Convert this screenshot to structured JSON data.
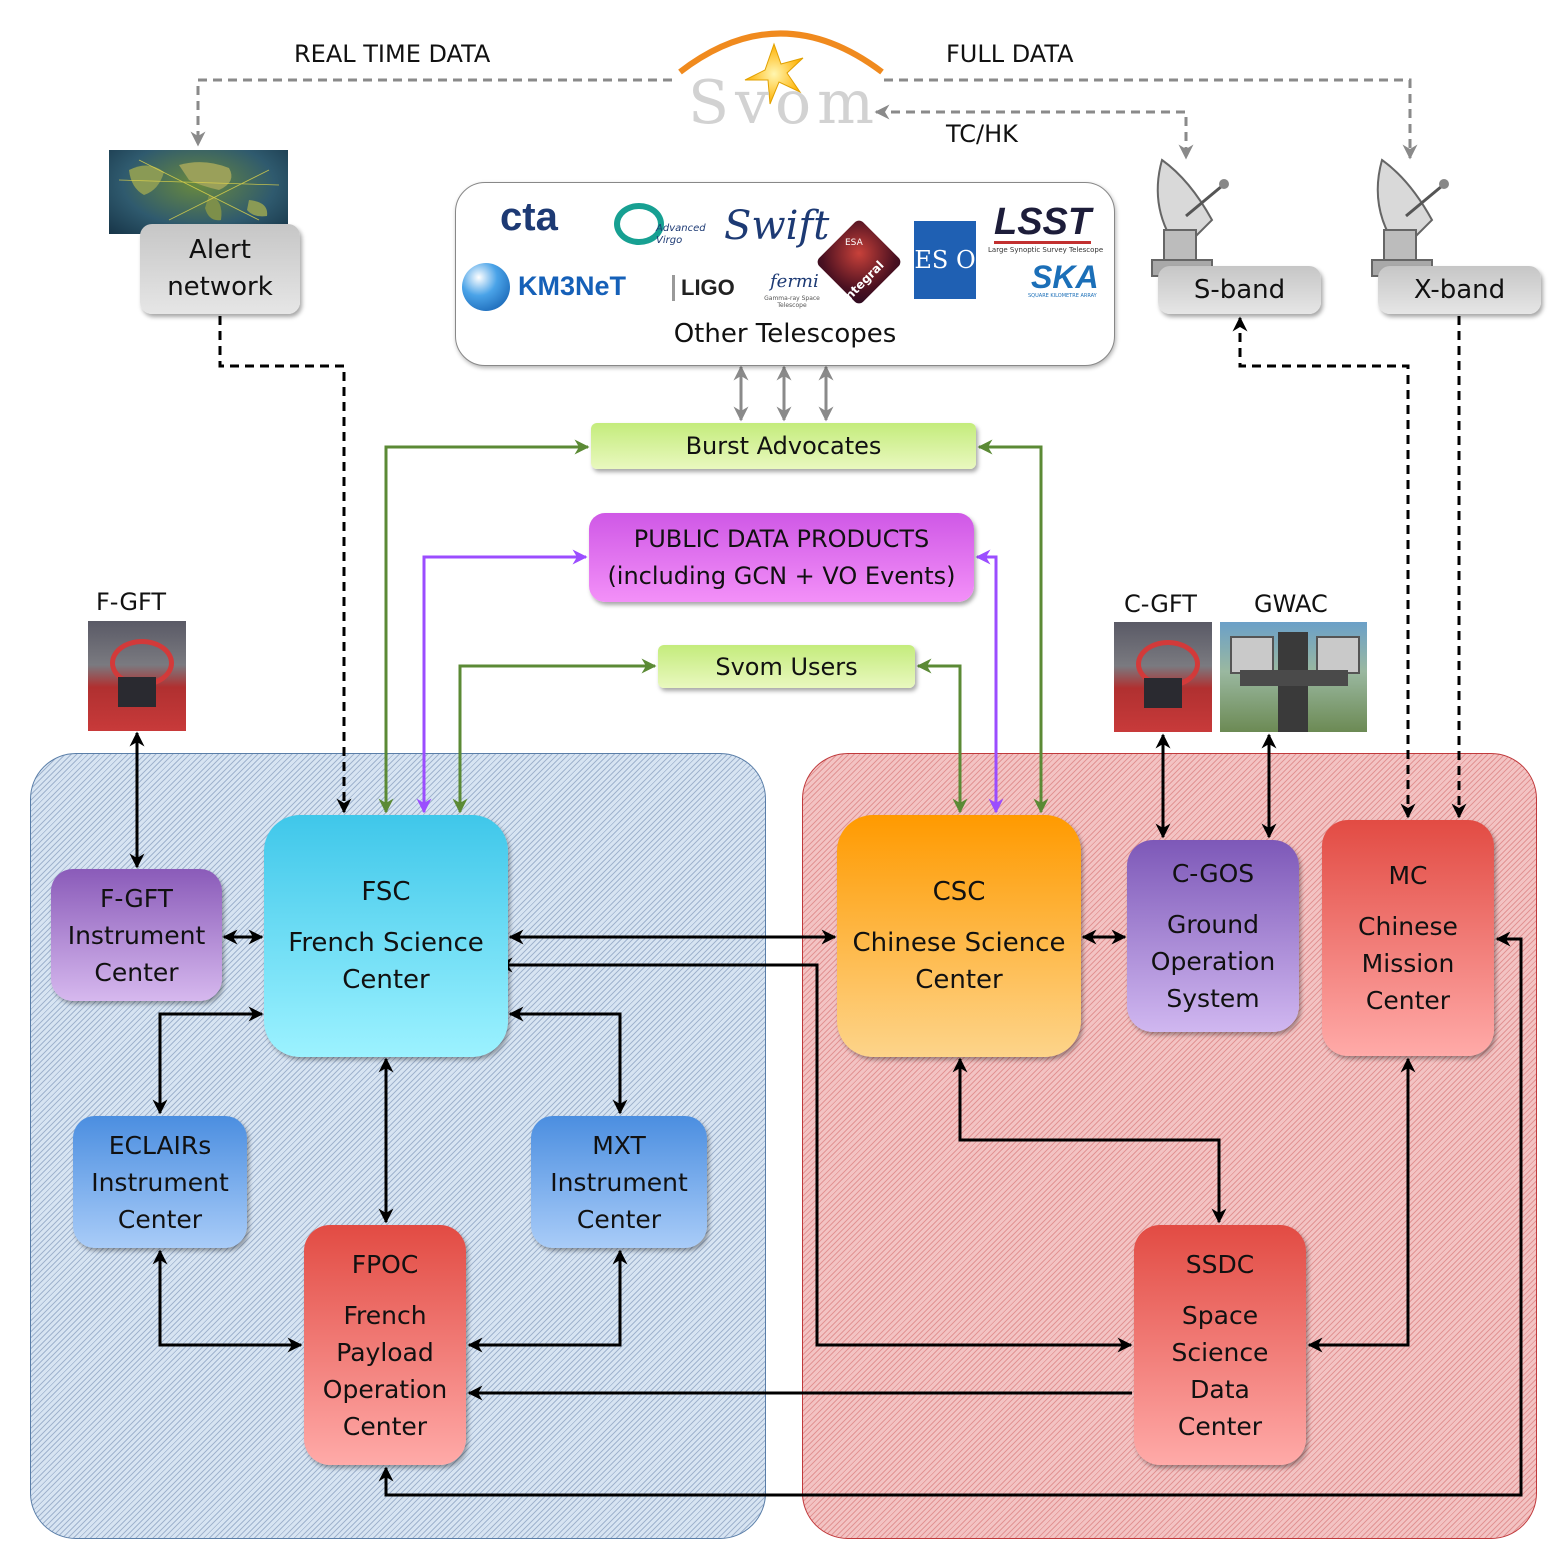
{
  "top": {
    "logo_text": "Svom",
    "real_time_data": "REAL TIME DATA",
    "full_data": "FULL DATA",
    "tc_hk": "TC/HK"
  },
  "ground": {
    "alert_network": [
      "Alert",
      "network"
    ],
    "s_band": "S-band",
    "x_band": "X-band"
  },
  "telescopes": {
    "caption": "Other Telescopes",
    "logos": [
      "cta",
      "Advanced Virgo",
      "Swift",
      "ESA",
      "ES O",
      "LSST",
      "Large Synoptic Survey Telescope",
      "KM3NeT",
      "LIGO",
      "fermi",
      "Gamma-ray Space Telescope",
      "Integral",
      "SKA",
      "SQUARE KILOMETRE ARRAY"
    ]
  },
  "services": {
    "burst_advocates": "Burst Advocates",
    "public_data": [
      "PUBLIC DATA PRODUCTS",
      "(including GCN + VO Events)"
    ],
    "svom_users": "Svom Users"
  },
  "photo_labels": {
    "f_gft": "F-GFT",
    "c_gft": "C-GFT",
    "gwac": "GWAC"
  },
  "french": {
    "fsc": [
      "FSC",
      "French Science",
      "Center"
    ],
    "fgft_ic": [
      "F-GFT",
      "Instrument",
      "Center"
    ],
    "eclairs": [
      "ECLAIRs",
      "Instrument",
      "Center"
    ],
    "mxt": [
      "MXT",
      "Instrument",
      "Center"
    ],
    "fpoc": [
      "FPOC",
      "French",
      "Payload",
      "Operation",
      "Center"
    ]
  },
  "chinese": {
    "csc": [
      "CSC",
      "Chinese Science",
      "Center"
    ],
    "cgos": [
      "C-GOS",
      "Ground",
      "Operation",
      "System"
    ],
    "mc": [
      "MC",
      "Chinese",
      "Mission",
      "Center"
    ],
    "ssdc": [
      "SSDC",
      "Space",
      "Science",
      "Data",
      "Center"
    ]
  },
  "colors": {
    "french_region": "#d7e4f2",
    "chinese_region": "#f3c3c3",
    "fsc": "#3fc7ea",
    "csc": "#ff9a00",
    "cgos": "#7d58b8",
    "red_boxes": "#e24b43",
    "instrument_boxes": "#4b8ee0",
    "green_arrows": "#5b8a35",
    "purple_arrows": "#9b4dff",
    "gray_arrows": "#8a8a8a"
  }
}
